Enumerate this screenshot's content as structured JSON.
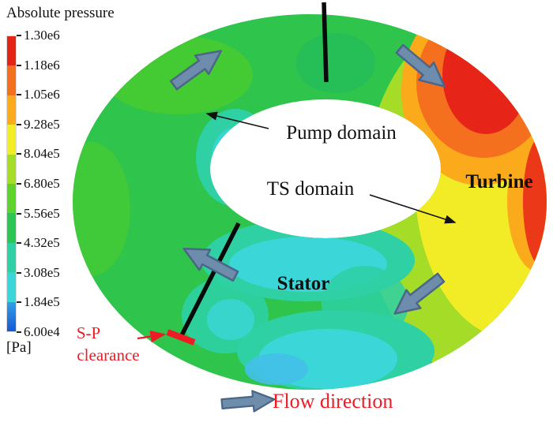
{
  "legend": {
    "title": "Absolute pressure",
    "unit": "[Pa]",
    "ticks": [
      "1.30e6",
      "1.18e6",
      "1.05e6",
      "9.28e5",
      "8.04e5",
      "6.80e5",
      "5.56e5",
      "4.32e5",
      "3.08e5",
      "1.84e5",
      "6.00e4"
    ],
    "band_colors": [
      "#e42417",
      "#f4701e",
      "#fcab1c",
      "#f2ee25",
      "#a5dc27",
      "#5ed32b",
      "#2cc654",
      "#2ed0a4",
      "#3ad6d8",
      "linear-gradient(#33a0e8,#1557d2)"
    ]
  },
  "labels": {
    "pump_domain": "Pump domain",
    "ts_domain": "TS domain",
    "turbine": "Turbine",
    "stator": "Stator",
    "sp_clearance_line1": "S-P",
    "sp_clearance_line2": "clearance",
    "flow_direction": "Flow direction"
  },
  "colors": {
    "annotation_red": "#ed1c24",
    "flow_arrow_fill": "#6e8cac",
    "flow_arrow_stroke": "#4b6687",
    "text_black": "#111111",
    "base_green": "#2fc44c"
  },
  "chart_data": {
    "type": "heatmap",
    "title": "Absolute pressure",
    "unit": "Pa",
    "geometry": "annular cross-section (torus viewed axially) of a torque converter flow path with white inner hole",
    "colorbar": {
      "orientation": "vertical",
      "position": "top-left",
      "tick_labels": [
        "1.30e6",
        "1.18e6",
        "1.05e6",
        "9.28e5",
        "8.04e5",
        "6.80e5",
        "5.56e5",
        "4.32e5",
        "3.08e5",
        "1.84e5",
        "6.00e4"
      ],
      "tick_values_pa": [
        1300000,
        1180000,
        1050000,
        928000,
        804000,
        680000,
        556000,
        432000,
        308000,
        184000,
        60000
      ],
      "band_colors_top_to_bottom": [
        "#e42417",
        "#f4701e",
        "#fcab1c",
        "#f2ee25",
        "#a5dc27",
        "#5ed32b",
        "#2cc654",
        "#2ed0a4",
        "#3ad6d8",
        "#1f6bd8"
      ]
    },
    "regions": [
      {
        "label": "Turbine",
        "location": "right side of annulus",
        "approx_pressure_pa": [
          928000,
          1300000
        ],
        "dominant_colors": [
          "yellow",
          "orange",
          "red"
        ],
        "note": "maximum pressure at outer right rim (red, ~1.3e6 Pa)"
      },
      {
        "label": "Pump domain",
        "location": "top and left of annulus",
        "approx_pressure_pa": [
          556000,
          804000
        ],
        "dominant_colors": [
          "green"
        ]
      },
      {
        "label": "Stator / TS domain",
        "location": "bottom and below inner hole",
        "approx_pressure_pa": [
          184000,
          432000
        ],
        "dominant_colors": [
          "teal",
          "cyan"
        ],
        "note": "minimum pressure pockets (cyan/blue) near stator"
      }
    ],
    "domain_boundaries": [
      {
        "name": "pump-turbine interface",
        "location": "top, 12 o'clock",
        "style": "thick black line"
      },
      {
        "name": "stator-pump interface",
        "location": "lower-left, ~7-8 o'clock",
        "style": "thick black line with red S-P clearance mark at outer end"
      }
    ],
    "annotations": [
      {
        "text": "Pump domain",
        "arrow_to": "upper-left green region"
      },
      {
        "text": "TS domain",
        "arrow_to": "right side yellow region"
      },
      {
        "text": "Turbine",
        "style": "bold"
      },
      {
        "text": "Stator",
        "style": "bold"
      },
      {
        "text": "S-P clearance",
        "color": "red",
        "arrow_to": "red clearance mark, lower-left rim"
      },
      {
        "text": "Flow direction",
        "color": "red",
        "direction": "clockwise (4 steel-blue arrows around annulus)"
      }
    ]
  }
}
